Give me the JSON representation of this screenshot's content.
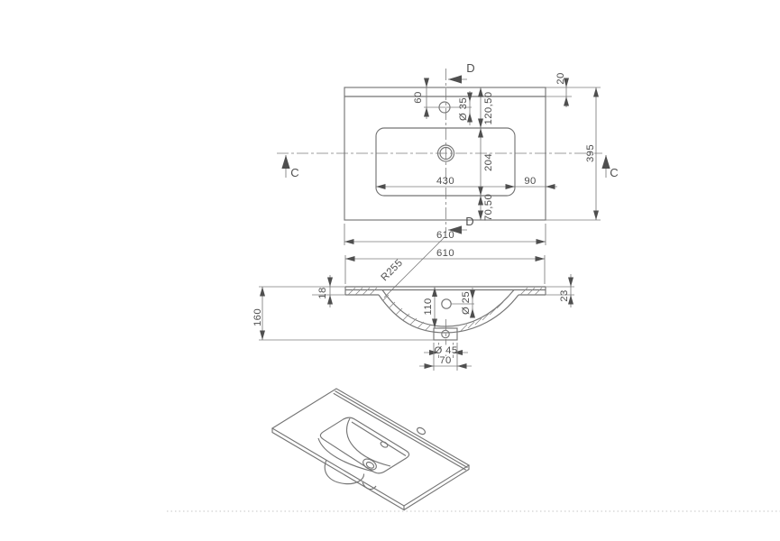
{
  "drawing": {
    "plan_view": {
      "marker_d_top": "D",
      "marker_d_bottom": "D",
      "marker_c_left": "C",
      "marker_c_right": "C",
      "dim_faucet_offset": "60",
      "dim_faucet_diameter": "Ø 35",
      "dim_back_edge": "20",
      "dim_top_to_basin": "120,50",
      "dim_basin_depth": "204",
      "dim_basin_width": "430",
      "dim_basin_to_edge": "90",
      "dim_basin_to_front": "70,50",
      "dim_overall_width": "610",
      "dim_overall_depth": "395"
    },
    "section_view": {
      "dim_overall_width": "610",
      "dim_bowl_radius": "R255",
      "dim_edge_left": "18",
      "dim_total_height": "160",
      "dim_edge_right": "23",
      "dim_bowl_depth": "110",
      "dim_overflow_diameter": "Ø 25",
      "dim_drain_diameter": "Ø 45",
      "dim_drain_block_width": "70"
    }
  }
}
